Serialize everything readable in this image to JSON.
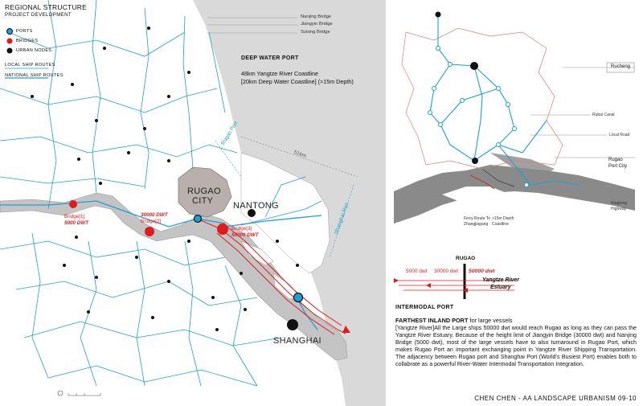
{
  "legend": {
    "title": "REGIONAL STRUCTURE",
    "subtitle": "PROJECT DEVELOPMENT",
    "items": [
      {
        "label": "PORTS",
        "color": "#1e9fd6",
        "icon": "port-dot-icon"
      },
      {
        "label": "BRIDGES",
        "color": "#e01b1b",
        "icon": "bridge-dot-icon"
      },
      {
        "label": "URBAN NODES",
        "color": "#111111",
        "icon": "urban-node-dot-icon"
      },
      {
        "label": "LOCAL SHIP ROUTES",
        "color": "#1e9fd6",
        "icon": "line-icon"
      },
      {
        "label": "NATIONAL SHIP ROUTES",
        "color": "#1e9fd6",
        "icon": "line-icon"
      }
    ]
  },
  "bridges_list": [
    "Nanjing Bridge",
    "Jiangyin Bridge",
    "Sutong Bridge"
  ],
  "deep_water": {
    "heading": "DEEP WATER PORT",
    "line1": "48km Yangtze River Coastline",
    "line2": "[20km Deep Water Coastline] (>15m Depth)"
  },
  "map_labels": {
    "rugao_port": "Rugao Port",
    "shanghai_port": "Shanghai Port",
    "distance": "51km",
    "rugao_city_1": "RUGAO",
    "rugao_city_2": "CITY",
    "nantong": "NANTONG",
    "shanghai": "SHANGHAI",
    "bridge1": "Bridge[1]",
    "bridge1_dwt": "5000 DWT",
    "bridge2_dwt": "30000 DWT",
    "bridge2": "Bridge[2]",
    "bridge3": "Bridge[3]",
    "bridge3_dwt": "50000 DWT"
  },
  "inset": {
    "rucheng": "Rucheng",
    "rubai_canal": "Rubai Canal",
    "local_road": "Local Road",
    "rugao_port_city_1": "Rugao",
    "rugao_port_city_2": "Port City",
    "ningtong_1": "Ningtong",
    "ningtong_2": "Highway",
    "ferry_1": "Ferry Route To",
    "ferry_2": "Zhangjiagang",
    "depth_1": ">15m Depth",
    "depth_2": "Coastline"
  },
  "dwt_diagram": {
    "rugao": "RUGAO",
    "d1": "5000 dwt",
    "d2": "30000 dwt",
    "d3": "50000 dwt",
    "estuary_1": "Yangtze River",
    "estuary_2": "Estuary"
  },
  "intermodal": {
    "heading": "INTERMODAL PORT",
    "sub_bold": "FARTHEST INLAND PORT",
    "sub_rest": " for large vessels",
    "paragraph": "[Yangtze River]All the Large ships 50000 dwt would reach Rugao as long as they can pass the Yangtze River Estuary. Because of the height limit of Jiangyin Bridge (30000 dwt) and Nanjing Bridge (5000 dwt), most of the large vessels have to also turnaround in Rugao Port, which makes Rugao Port an important exchanging point in Yangtze River Shipping Transportation. The adjacency between Rugao port and Shanghai Port (World's Busiest Port) enables both to collabrate as a powerful River-Water Intermodal Transportation Integration."
  },
  "footer": "CHEN CHEN - AA LANDSCAPE URBANISM 09-10",
  "colors": {
    "water": "#1e9fd6",
    "bridge": "#e01b1b",
    "sea": "#d6d6d6",
    "river": "#bdbdbd",
    "city": "#b9b0ae"
  }
}
